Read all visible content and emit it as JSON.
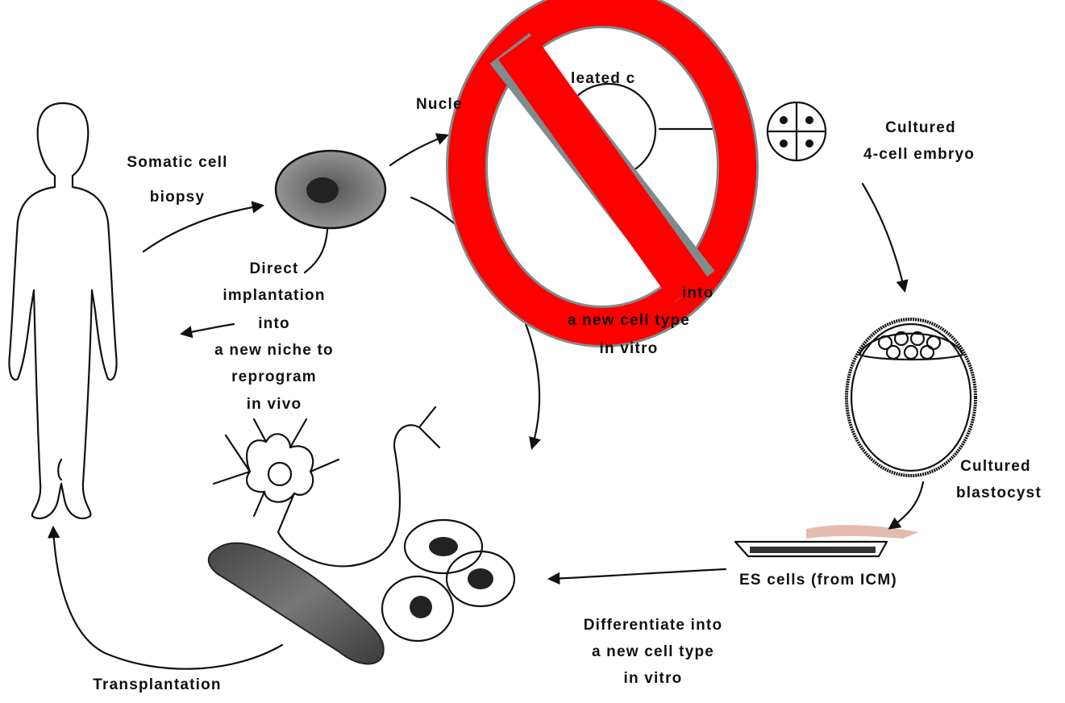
{
  "labels": {
    "somatic_1": "Somatic cell",
    "somatic_2": "biopsy",
    "direct_1": "Direct",
    "direct_2": "implantation",
    "direct_3": "into",
    "direct_4": "a new niche to",
    "direct_5": "reprogram",
    "direct_6": "in vivo",
    "nucle": "Nucle",
    "leated": "leated c",
    "cultured4_1": "Cultured",
    "cultured4_2": "4-cell embryo",
    "diff_top_1": "into",
    "diff_top_2": "a new cell type",
    "diff_top_3": "in vitro",
    "blasto_1": "Cultured",
    "blasto_2": "blastocyst",
    "es_cells": "ES cells (from ICM)",
    "diff_bot_1": "Differentiate into",
    "diff_bot_2": "a new cell type",
    "diff_bot_3": "in vitro",
    "transplant": "Transplantation"
  },
  "colors": {
    "ink": "#111111",
    "prohibition_red": "#ff0000",
    "prohibition_border": "#7f8c8d"
  },
  "icons": {
    "overlay": "prohibition-sign-icon"
  }
}
